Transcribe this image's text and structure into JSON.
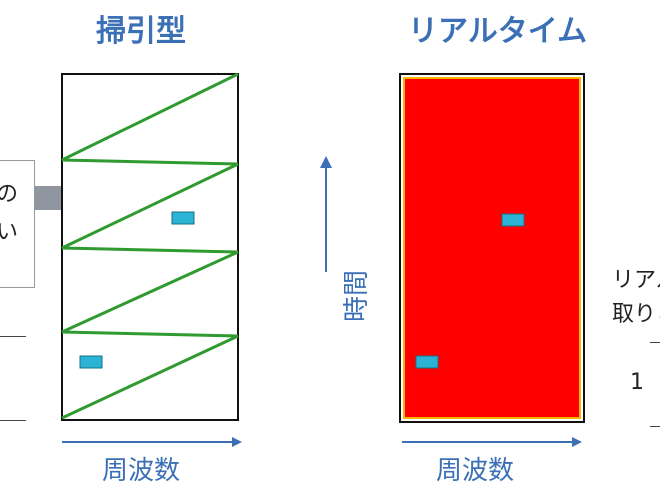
{
  "panels": {
    "sweep": {
      "title": "掃引型",
      "x_axis_label": "周波数"
    },
    "realtime": {
      "title": "リアルタイム",
      "x_axis_label": "周波数"
    }
  },
  "time_axis": {
    "label": "時間"
  },
  "left_callout": {
    "line1": "の",
    "line2": "い"
  },
  "right_cutoff": {
    "line1": "リアル",
    "line2": "取りこ",
    "number": "1"
  },
  "colors": {
    "title_blue": "#3b6fb6",
    "sweep_line": "#2f9a2f",
    "realtime_fill": "#ff0000",
    "realtime_edge": "#f5b800",
    "signal_block": "#2bb3d6",
    "arrow_gray": "#8f96a0"
  }
}
